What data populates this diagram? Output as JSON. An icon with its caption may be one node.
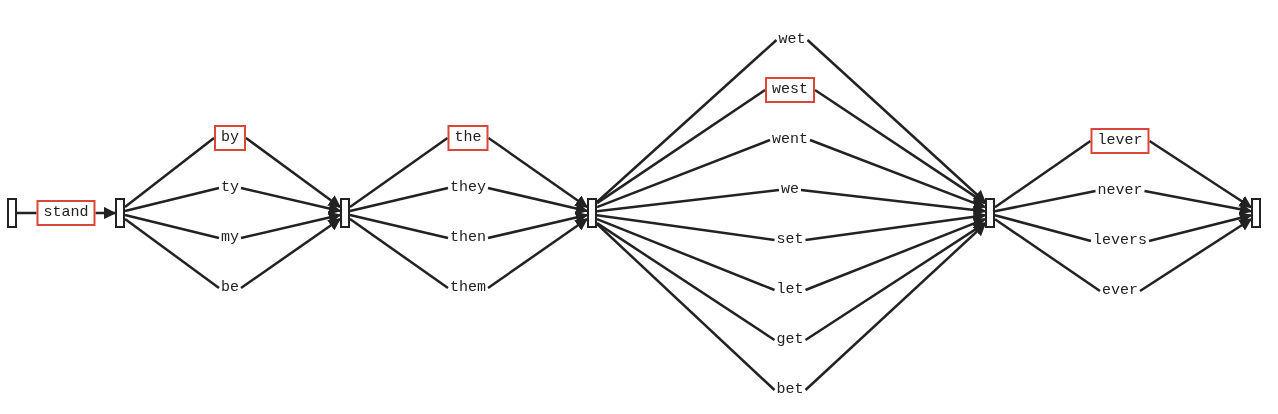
{
  "diagram": {
    "nodes": [
      {
        "text": [],
        "shape": "bar"
      },
      {
        "text": [
          "stand"
        ]
      },
      {
        "text": [],
        "shape": "bar"
      },
      {
        "text": [
          "by"
        ]
      },
      {
        "text": [
          "ty"
        ]
      },
      {
        "text": [
          "my"
        ]
      },
      {
        "text": [
          "be"
        ]
      },
      {
        "text": [],
        "shape": "bar"
      },
      {
        "text": [
          "the"
        ]
      },
      {
        "text": [
          "they"
        ]
      },
      {
        "text": [
          "then"
        ]
      },
      {
        "text": [
          "them"
        ]
      },
      {
        "text": [],
        "shape": "bar"
      },
      {
        "text": [
          "wet"
        ]
      },
      {
        "text": [
          "west"
        ]
      },
      {
        "text": [
          "went"
        ]
      },
      {
        "text": [
          "we"
        ]
      },
      {
        "text": [
          "set"
        ]
      },
      {
        "text": [
          "let"
        ]
      },
      {
        "text": [
          "get"
        ]
      },
      {
        "text": [
          "bet"
        ]
      },
      {
        "text": [],
        "shape": "bar"
      },
      {
        "text": [
          "lever"
        ]
      },
      {
        "text": [
          "never"
        ]
      },
      {
        "text": [
          "levers"
        ]
      },
      {
        "text": [
          "ever"
        ]
      },
      {
        "text": [],
        "shape": "bar"
      }
    ],
    "edges": [
      {
        "from": 0,
        "to": 1,
        "arrow": "none"
      },
      {
        "from": 1,
        "to": 2,
        "arrow": "to"
      },
      {
        "from": 2,
        "to": 3,
        "arrow": "none"
      },
      {
        "from": 2,
        "to": 4,
        "arrow": "none"
      },
      {
        "from": 2,
        "to": 5,
        "arrow": "none"
      },
      {
        "from": 2,
        "to": 6,
        "arrow": "none"
      },
      {
        "from": 3,
        "to": 7,
        "arrow": "to"
      },
      {
        "from": 4,
        "to": 7,
        "arrow": "to"
      },
      {
        "from": 5,
        "to": 7,
        "arrow": "to"
      },
      {
        "from": 6,
        "to": 7,
        "arrow": "to"
      },
      {
        "from": 7,
        "to": 8,
        "arrow": "none"
      },
      {
        "from": 7,
        "to": 9,
        "arrow": "none"
      },
      {
        "from": 7,
        "to": 10,
        "arrow": "none"
      },
      {
        "from": 7,
        "to": 11,
        "arrow": "none"
      },
      {
        "from": 8,
        "to": 12,
        "arrow": "to"
      },
      {
        "from": 9,
        "to": 12,
        "arrow": "to"
      },
      {
        "from": 10,
        "to": 12,
        "arrow": "to"
      },
      {
        "from": 11,
        "to": 12,
        "arrow": "to"
      },
      {
        "from": 12,
        "to": 13,
        "arrow": "none"
      },
      {
        "from": 12,
        "to": 14,
        "arrow": "none"
      },
      {
        "from": 12,
        "to": 15,
        "arrow": "none"
      },
      {
        "from": 12,
        "to": 16,
        "arrow": "none"
      },
      {
        "from": 12,
        "to": 17,
        "arrow": "none"
      },
      {
        "from": 12,
        "to": 18,
        "arrow": "none"
      },
      {
        "from": 12,
        "to": 19,
        "arrow": "none"
      },
      {
        "from": 12,
        "to": 20,
        "arrow": "none"
      },
      {
        "from": 13,
        "to": 21,
        "arrow": "to"
      },
      {
        "from": 14,
        "to": 21,
        "arrow": "to"
      },
      {
        "from": 15,
        "to": 21,
        "arrow": "to"
      },
      {
        "from": 16,
        "to": 21,
        "arrow": "to"
      },
      {
        "from": 17,
        "to": 21,
        "arrow": "to"
      },
      {
        "from": 18,
        "to": 21,
        "arrow": "to"
      },
      {
        "from": 19,
        "to": 21,
        "arrow": "to"
      },
      {
        "from": 20,
        "to": 21,
        "arrow": "to"
      },
      {
        "from": 21,
        "to": 22,
        "arrow": "none"
      },
      {
        "from": 21,
        "to": 23,
        "arrow": "none"
      },
      {
        "from": 21,
        "to": 24,
        "arrow": "none"
      },
      {
        "from": 21,
        "to": 25,
        "arrow": "none"
      },
      {
        "from": 22,
        "to": 26,
        "arrow": "to"
      },
      {
        "from": 23,
        "to": 26,
        "arrow": "to"
      },
      {
        "from": 24,
        "to": 26,
        "arrow": "to"
      },
      {
        "from": 25,
        "to": 26,
        "arrow": "to"
      }
    ]
  }
}
